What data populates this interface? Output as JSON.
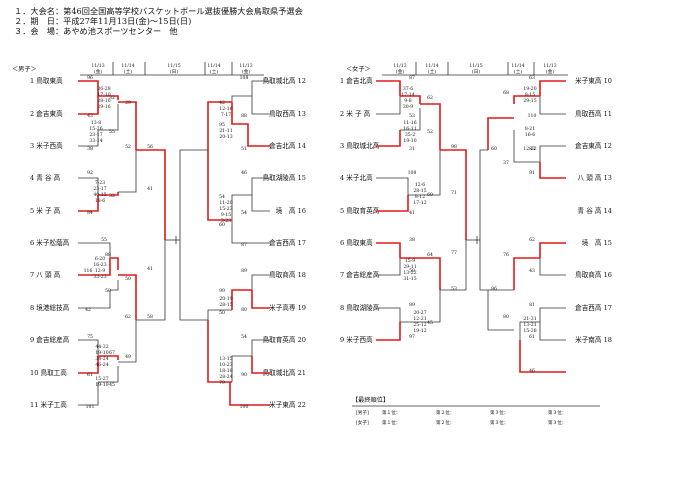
{
  "header": {
    "line1": "１．大会名：第46回全国高等学校バスケットボール選抜優勝大会鳥取県予選会",
    "line2": "２．期　日：平成27年11月13日(金)～15日(日)",
    "line3": "３．会　場：あやめ池スポーツセンター　他"
  },
  "men": {
    "label": "＜男子＞",
    "dates": [
      {
        "d": "11/13",
        "w": "(金)"
      },
      {
        "d": "11/14",
        "w": "(土)"
      },
      {
        "d": "11/15",
        "w": "(日)"
      },
      {
        "d": "11/14",
        "w": "(土)"
      },
      {
        "d": "11/13",
        "w": "(金)"
      }
    ],
    "left_teams": [
      "1 鳥取東高",
      "2 倉吉東高",
      "3 米子西高",
      "4 青 谷 高",
      "5 米 子 高",
      "6 米子松蔭高",
      "7 八 頭 高",
      "8 境港総技高",
      "9 倉吉総産高",
      "10 鳥取工高",
      "11 米子工高"
    ],
    "right_teams": [
      "鳥取城北高 12",
      "鳥取西高 13",
      "倉吉北高 14",
      "鳥取湖陵高 15",
      "境　高 16",
      "倉吉西高 17",
      "鳥取商高 18",
      "米子高専 19",
      "鳥取育英高 20",
      "鳥取城北高 21",
      "米子東高 22"
    ]
  },
  "women": {
    "label": "＜女子＞",
    "dates": [
      {
        "d": "11/13",
        "w": "(金)"
      },
      {
        "d": "11/14",
        "w": "(土)"
      },
      {
        "d": "11/15",
        "w": "(日)"
      },
      {
        "d": "11/14",
        "w": "(土)"
      },
      {
        "d": "11/13",
        "w": "(金)"
      }
    ],
    "left_teams": [
      "1 倉吉北高",
      "2 米 子 高",
      "3 鳥取城北高",
      "4 米子北高",
      "5 鳥取育英高",
      "6 鳥取東高",
      "7 倉吉総産高",
      "8 鳥取湖陵高",
      "9 米子西高"
    ],
    "right_teams": [
      "米子東高 10",
      "鳥取西高 11",
      "倉吉東高 12",
      "八 頭 高 13",
      "青 谷 高 14",
      "境　高 15",
      "鳥取商高 16",
      "倉吉西高 17",
      "米子南高 18"
    ]
  },
  "results": {
    "title": "【最終順位】",
    "rows": [
      {
        "label": "男子",
        "r1": "第１位：",
        "r2": "第２位：",
        "r3": "第３位：",
        "r4": "第３位："
      },
      {
        "label": "女子",
        "r1": "第１位：",
        "r2": "第２位：",
        "r3": "第３位：",
        "r4": "第３位："
      }
    ]
  },
  "scores": {
    "m": [
      "96",
      "43",
      "38",
      "92",
      "84",
      "55",
      "116",
      "42",
      "75",
      "61",
      "101",
      "32",
      "55",
      "29",
      "52",
      "32",
      "88",
      "50",
      "50",
      "62",
      "67",
      "45",
      "49",
      "56",
      "41",
      "58",
      "41",
      "108",
      "88",
      "51",
      "46",
      "54",
      "87",
      "89",
      "80",
      "54",
      "90",
      "100",
      "42",
      "95",
      "54",
      "60",
      "99",
      "50",
      "79"
    ],
    "mq": [
      "26-28",
      "17-10",
      "28-10",
      "29-16",
      "13-8",
      "15-26",
      "23-17",
      "33-14",
      "7-23",
      "23-17",
      "40-15",
      "18-6",
      "6-20",
      "16-23",
      "12-9",
      "33-23",
      "44-32",
      "19-10",
      "34-24",
      "46-24",
      "15-27",
      "19-19",
      "12-16",
      "7-17",
      "21-11",
      "20-13",
      "11-20",
      "15-23",
      "9-15",
      "3-23",
      "20-19",
      "28-15",
      "13-15",
      "10-23",
      "18-18",
      "28-24"
    ],
    "w": [
      "87",
      "53",
      "31",
      "108",
      "41",
      "38",
      "58",
      "89",
      "97",
      "62",
      "52",
      "60",
      "64",
      "45",
      "98",
      "71",
      "77",
      "53",
      "63",
      "110",
      "83",
      "91",
      "62",
      "43",
      "81",
      "61",
      "46",
      "68",
      "37",
      "76",
      "80",
      "60",
      "86"
    ],
    "wq": [
      "37-6",
      "17-14",
      "9-8",
      "30-9",
      "11-16",
      "16-11",
      "35-2",
      "19-10",
      "12-6",
      "28-15",
      "8-12",
      "17-12",
      "15-9",
      "29-11",
      "13-22",
      "31-15",
      "20-27",
      "12-21",
      "25-12",
      "19-12",
      "19-20",
      "8-15",
      "29-15",
      "8-21",
      "16-6",
      "12-22",
      "21-31",
      "13-21",
      "15-28"
    ]
  }
}
